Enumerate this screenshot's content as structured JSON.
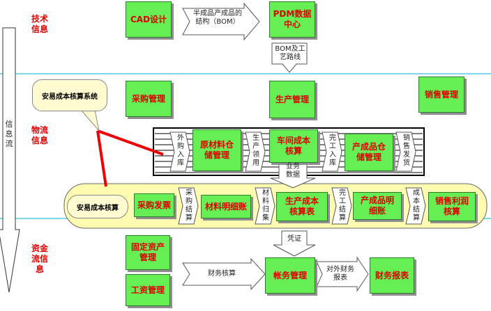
{
  "sections": {
    "tech": "技术\n信息",
    "logistics": "物流\n信息",
    "finance": "资金\n流信\n息"
  },
  "info_flow": "信\n息\n流",
  "boxes": {
    "cad": "CAD设计",
    "pdm": "PDM数据\n中心",
    "purchase": "采购管理",
    "production": "生产管理",
    "sales": "销售管理",
    "raw_storage": "原材料仓\n储管理",
    "workshop_cost": "车间成本\n核算",
    "product_storage": "产成品仓\n储管理",
    "purchase_invoice": "采购发票",
    "material_ledger": "材料明细账",
    "production_cost_table": "生产成本\n核算表",
    "product_ledger": "产成品明\n细账",
    "sales_profit": "销售利润\n核算",
    "fixed_assets": "固定资产\n管理",
    "payroll": "工资管理",
    "accounts": "帐务管理",
    "fin_reports": "财务报表"
  },
  "arrows": {
    "bom_struct": "半成品产成品的\n结构（BOM）",
    "bom_route": "BOM及工\n艺路线",
    "ext_purchase": "外\n购\n入\n库",
    "prod_issue": "生\n产\n领\n用",
    "finish_in": "完\n工\n入\n库",
    "sales_ship": "销\n售\n发\n货",
    "biz_data": "业务\n数据",
    "purchase_settle": "采\n购\n结\n算",
    "material_collect": "材\n料\n归\n集",
    "finish_settle": "完\n工\n结\n算",
    "cost_settle": "成\n本\n结\n算",
    "voucher": "凭证",
    "fin_accounting": "财务核算",
    "external_reports": "对外财务\n报表"
  },
  "callouts": {
    "system": "安易成本核算系统",
    "cost_band": "安易成本核算"
  }
}
